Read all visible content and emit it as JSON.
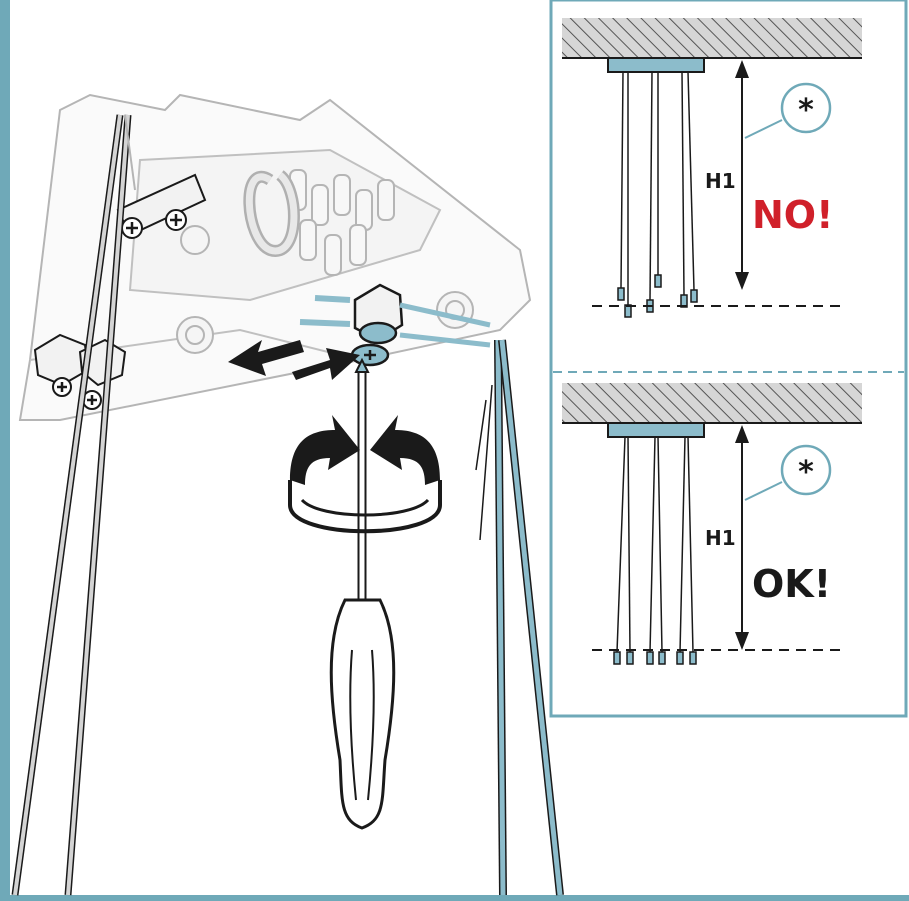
{
  "colors": {
    "frame": "#6fa9b8",
    "accent": "#8cbccb",
    "line": "#1a1a1a",
    "light": "#bfbfbf",
    "error": "#d0202a"
  },
  "panels": {
    "top": {
      "dimension_label": "H1",
      "verdict": "NO!",
      "note_symbol": "*"
    },
    "bottom": {
      "dimension_label": "H1",
      "verdict": "OK!",
      "note_symbol": "*"
    }
  }
}
